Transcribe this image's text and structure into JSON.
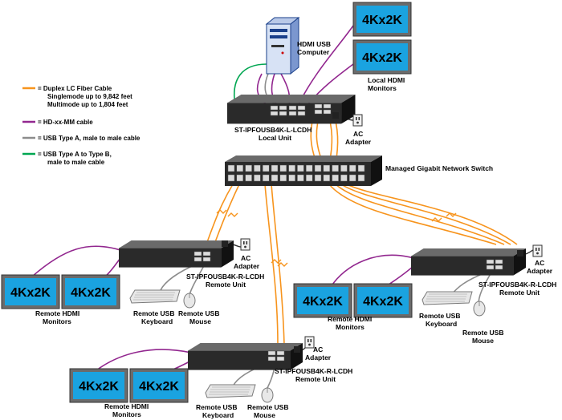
{
  "legend": {
    "fiber_title": "= Duplex LC Fiber Cable",
    "fiber_line2": "Singlemode up to 9,842 feet",
    "fiber_line3": "Multimode up to 1,804 feet",
    "hdmi": "= HD-xx-MM cable",
    "usb_aa": "= USB Type A, male to male cable",
    "usb_ab_1": "= USB Type A to Type B,",
    "usb_ab_2": "male to male cable",
    "colors": {
      "fiber": "#f7941d",
      "hdmi": "#92278f",
      "usb_aa": "#8c8c8c",
      "usb_ab": "#00a651"
    }
  },
  "monitor_text": "4Kx2K",
  "computer": {
    "line1": "HDMI USB",
    "line2": "Computer"
  },
  "local_monitors": {
    "line1": "Local HDMI",
    "line2": "Monitors"
  },
  "local_unit": {
    "line1": "ST-IPFOUSB4K-L-LCDH",
    "line2": "Local Unit"
  },
  "ac_adapter": {
    "line1": "AC",
    "line2": "Adapter"
  },
  "switch_label": "Managed Gigabit Network Switch",
  "remote_unit": {
    "line1": "ST-IPFOUSB4K-R-LCDH",
    "line2": "Remote Unit"
  },
  "remote_monitors": {
    "line1": "Remote HDMI",
    "line2": "Monitors"
  },
  "keyboard": {
    "line1": "Remote USB",
    "line2": "Keyboard"
  },
  "mouse": {
    "line1": "Remote USB",
    "line2": "Mouse"
  }
}
